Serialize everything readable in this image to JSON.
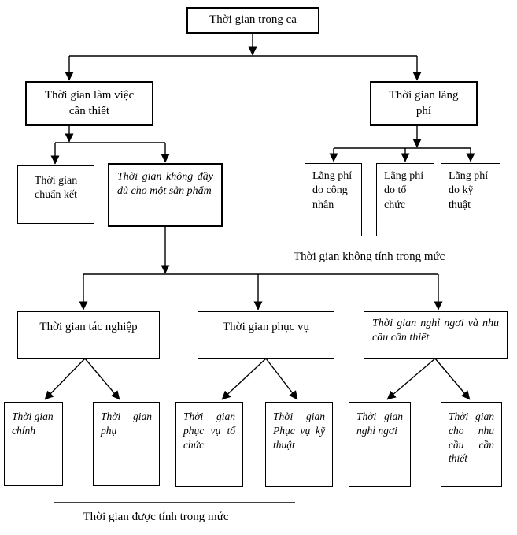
{
  "diagram": {
    "title": "Thời gian trong ca",
    "nodes": {
      "root": {
        "label": "Thời gian trong ca"
      },
      "necessary": {
        "label": "Thời gian làm việc cần thiết"
      },
      "waste": {
        "label": "Thời gian lãng phí"
      },
      "chuan_ket": {
        "label": "Thời gian chuẩn kết"
      },
      "khong_day_du": {
        "label": "Thời gian không đầy đủ cho một sản phẩm"
      },
      "waste_worker": {
        "label": "Lãng phí do công nhân"
      },
      "waste_org": {
        "label": "Lãng phí do tổ chức"
      },
      "waste_tech": {
        "label": "Lãng phí do kỹ thuật"
      },
      "tac_nghiep": {
        "label": "Thời gian tác nghiệp"
      },
      "phuc_vu": {
        "label": "Thời gian phục vụ"
      },
      "nghi_ngoi_nhu_cau": {
        "label": "Thời gian nghỉ ngơi và nhu cầu cần thiết"
      },
      "chinh": {
        "label": "Thời gian chính"
      },
      "phu": {
        "label": "Thời gian phụ"
      },
      "pv_to_chuc": {
        "label": "Thời gian phục vụ tổ chức"
      },
      "pv_ky_thuat": {
        "label": "Thời gian Phục vụ kỹ thuật"
      },
      "nghi_ngoi": {
        "label": "Thời gian nghỉ ngơi"
      },
      "nhu_cau": {
        "label": "Thời gian cho nhu cầu cần thiết"
      }
    },
    "annotations": {
      "not_counted": "Thời gian không tính trong mức",
      "counted": "Thời gian được tính trong mức"
    },
    "colors": {
      "line": "#000000",
      "box_bg": "#ffffff",
      "text": "#000000"
    }
  }
}
